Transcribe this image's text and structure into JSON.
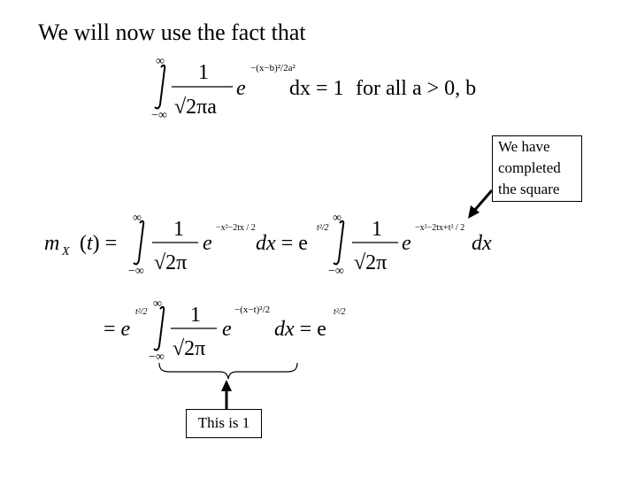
{
  "slide": {
    "title": "We will now use the fact that",
    "callout_completed_square": "We have completed the square",
    "callout_completed_square_lines": [
      "We have",
      "completed",
      "the square"
    ],
    "callout_this_is_one": "This is 1"
  },
  "equations": {
    "fact": {
      "upper_limit": "∞",
      "lower_limit": "−∞",
      "fraction_numerator": "1",
      "fraction_denominator": "√2πa",
      "exponent": "−(x−b)²/2a²",
      "differential_rhs": "dx = 1",
      "condition": "for all a > 0, b"
    },
    "mgf_line1": {
      "lhs": "mX(t) =",
      "exponent_first": "−x²−2tx / 2",
      "middle": "dx = e^(t²/2)",
      "exponent_second": "−x²−2tx+t² / 2",
      "end": "dx"
    },
    "mgf_line2": {
      "prefix": "= e^(t²/2)",
      "exponent": "−(x−t)²/2",
      "end": "dx = e^(t²/2)"
    }
  },
  "colors": {
    "background": "#ffffff",
    "text": "#000000"
  }
}
